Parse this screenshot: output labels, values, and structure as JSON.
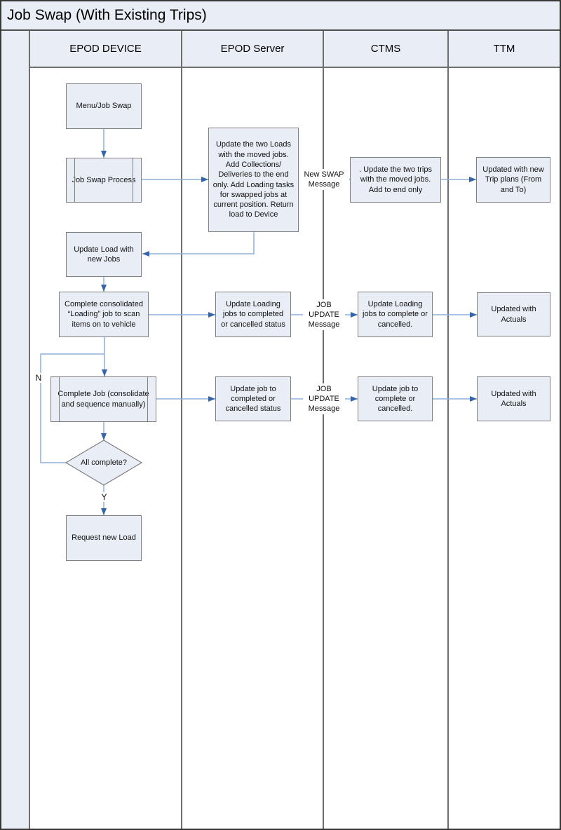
{
  "title": "Job Swap (With Existing Trips)",
  "lanes": [
    {
      "label": "EPOD DEVICE"
    },
    {
      "label": "EPOD Server"
    },
    {
      "label": "CTMS"
    },
    {
      "label": "TTM"
    }
  ],
  "nodes": {
    "menu_job_swap": "Menu/Job Swap",
    "job_swap_process": "Job Swap Process",
    "server_update_loads": "Update the two Loads with the moved jobs. Add Collections/ Deliveries to the end only. Add Loading tasks for swapped jobs at current position. Return load to Device",
    "ctms_update_trips": ". Update the two trips with the moved jobs. Add to end only",
    "ttm_trip_plans": "Updated with new Trip plans (From and To)",
    "update_load_new_jobs": "Update Load with new Jobs",
    "complete_loading": "Complete consolidated “Loading” job to scan items on to vehicle",
    "server_update_loading": "Update Loading jobs to completed or cancelled status",
    "ctms_update_loading": "Update Loading jobs to complete or cancelled.",
    "ttm_actuals_1": "Updated with Actuals",
    "complete_job": "Complete Job (consolidate and sequence manually)",
    "server_update_job": "Update job to completed or cancelled status",
    "ctms_update_job": "Update job to complete or cancelled.",
    "ttm_actuals_2": "Updated with Actuals",
    "all_complete": "All complete?",
    "request_new_load": "Request new Load"
  },
  "edge_labels": {
    "new_swap": "New SWAP\nMessage",
    "job_update_1": "JOB\nUPDATE\nMessage",
    "job_update_2": "JOB\nUPDATE\nMessage",
    "branch_no": "N",
    "branch_yes": "Y"
  },
  "colors": {
    "frame_fill": "#e9edf6",
    "node_fill": "#e9edf6",
    "node_border": "#7f7f7f",
    "lane_line": "#6e6e6e",
    "outer_border": "#383838",
    "edge_line": "#8fadd9",
    "edge_head": "#3465a8",
    "text": "#111111"
  }
}
